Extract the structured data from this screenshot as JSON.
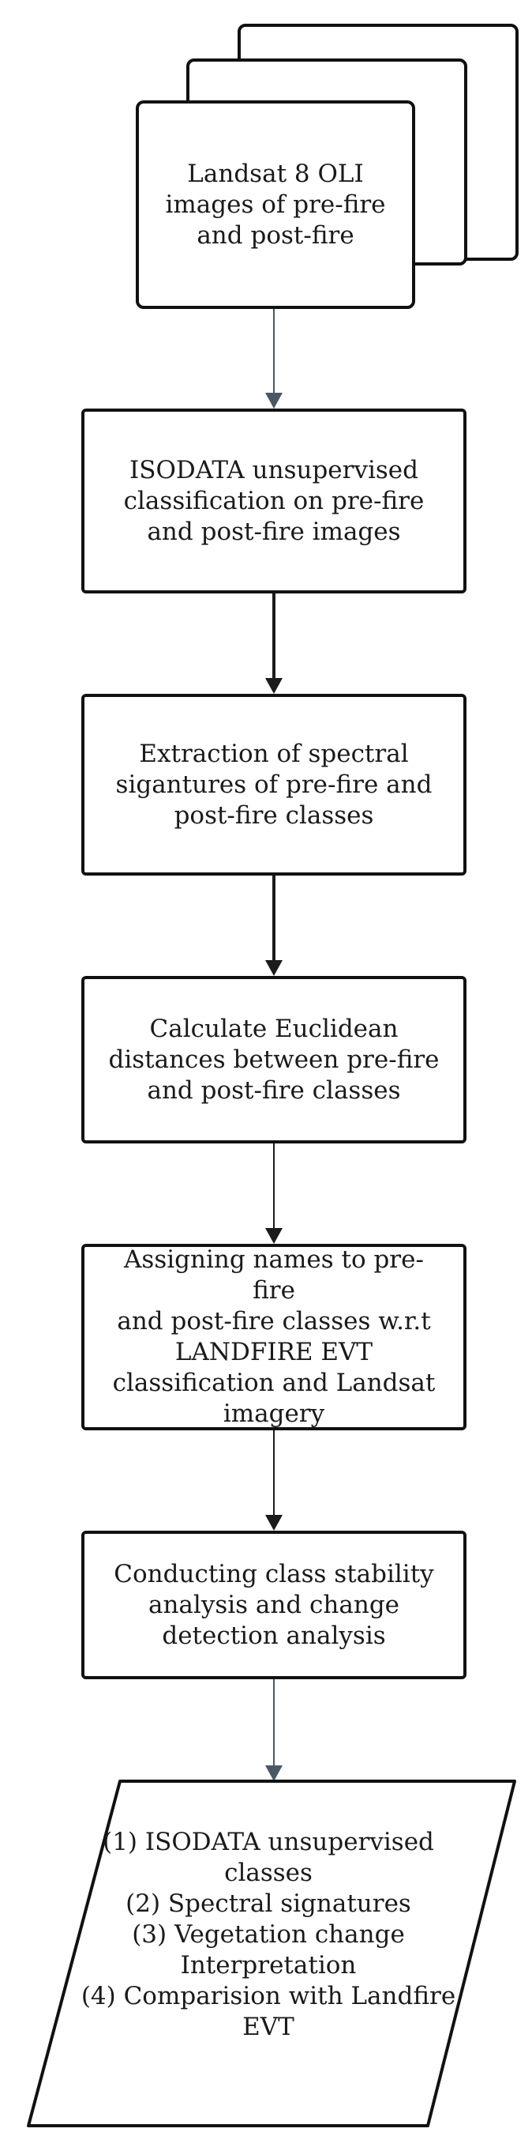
{
  "steps": [
    {
      "id": "input",
      "text": [
        "Landsat 8 OLI",
        "images of pre-fire",
        "and post-fire"
      ]
    },
    {
      "id": "isodata",
      "text": [
        "ISODATA unsupervised",
        "classification on pre-fire",
        "and post-fire images"
      ]
    },
    {
      "id": "extraction",
      "text": [
        "Extraction of spectral",
        "sigantures of pre-fire and",
        "post-fire classes"
      ]
    },
    {
      "id": "euclidean",
      "text": [
        "Calculate Euclidean",
        "distances between pre-fire",
        "and post-fire classes"
      ]
    },
    {
      "id": "naming",
      "text": [
        "Assigning names to pre-fire",
        "and post-fire classes w.r.t",
        "LANDFIRE EVT",
        "classification and Landsat",
        "imagery"
      ]
    },
    {
      "id": "stability",
      "text": [
        "Conducting class stability",
        "analysis and change",
        "detection analysis"
      ]
    }
  ],
  "output": {
    "lines": [
      "(1) ISODATA unsupervised",
      "classes",
      "(2) Spectral signatures",
      "(3) Vegetation change",
      "Interpretation",
      "(4) Comparision with Landfire",
      "EVT"
    ]
  }
}
